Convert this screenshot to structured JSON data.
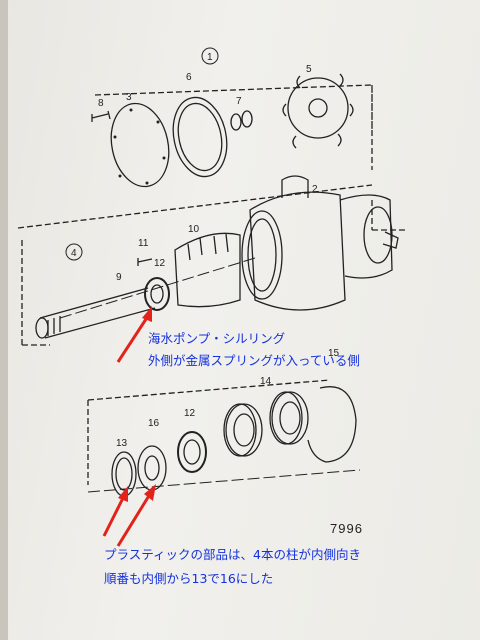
{
  "colors": {
    "annotation_text": "#1431e0",
    "arrow": "#e3231b",
    "ink": "#222222"
  },
  "diagram": {
    "group_labels": [
      "1",
      "4"
    ],
    "part_labels": [
      "8",
      "3",
      "6",
      "7",
      "5",
      "2",
      "11",
      "10",
      "9",
      "12",
      "15",
      "14",
      "13",
      "16",
      "12"
    ],
    "drawing_number": "7996"
  },
  "annotations": {
    "seal_line1": "海水ポンプ・シルリング",
    "seal_line2": "外側が金属スプリングが入っている側",
    "parts_line1": "プラスティックの部品は、4本の柱が内側向き",
    "parts_line2": "順番も内側から13で16にした"
  }
}
